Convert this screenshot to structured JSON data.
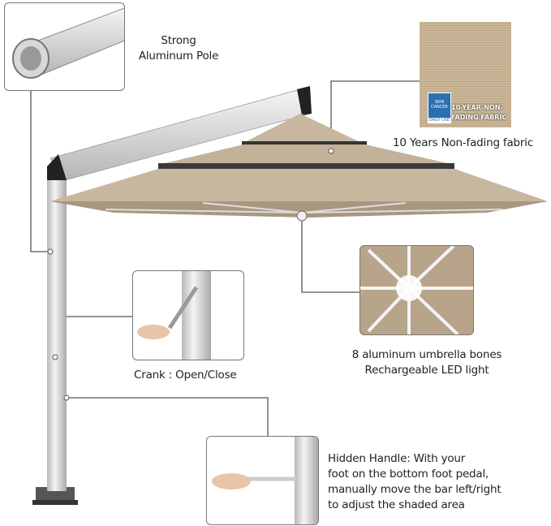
{
  "callouts": {
    "pole": {
      "lines": [
        "Strong",
        "Aluminum Pole"
      ]
    },
    "fabric": {
      "label": "10 Years Non-fading fabric",
      "badge_top": "10-YEAR-NON-",
      "badge_bottom": "FADING FABRIC",
      "logo_text": "SKIN CANCER",
      "logo_sub": "DAILY USE"
    },
    "bones": {
      "lines": [
        "8 aluminum umbrella bones",
        "Rechargeable LED light"
      ]
    },
    "crank": {
      "label": "Crank : Open/Close"
    },
    "handle": {
      "lines": [
        "Hidden Handle: With your",
        "foot on the bottom foot pedal,",
        "manually move the bar left/right",
        "to adjust the shaded area"
      ]
    }
  },
  "colors": {
    "fabric": "#c8b79f",
    "fabric_shadow": "#a8977f",
    "aluminum": "#e4e4e4",
    "dark_trim": "#2a2a2a",
    "line": "#555555"
  }
}
